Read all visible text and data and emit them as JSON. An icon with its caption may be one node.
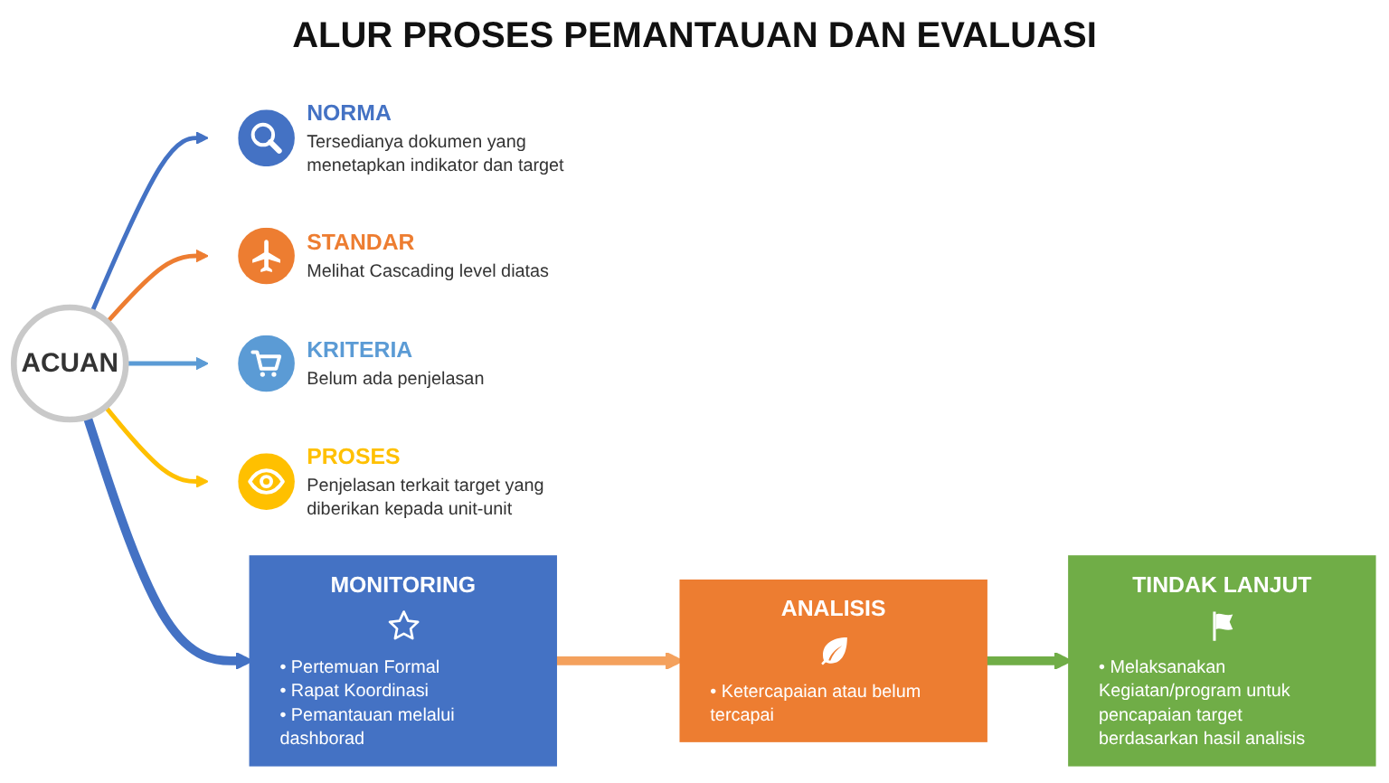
{
  "diagram": {
    "title": "ALUR PROSES PEMANTAUAN DAN EVALUASI",
    "nodes": [
      {
        "text": [
          "ACUAN"
        ]
      },
      {
        "text": [
          "NORMA",
          "Tersedianya dokumen yang menetapkan indikator dan target"
        ]
      },
      {
        "text": [
          "STANDAR",
          "Melihat Cascading level diatas"
        ]
      },
      {
        "text": [
          "KRITERIA",
          "Belum ada penjelasan"
        ]
      },
      {
        "text": [
          "PROSES",
          "Penjelasan terkait target yang diberikan kepada unit-unit"
        ]
      },
      {
        "text": [
          "MONITORING",
          "• Pertemuan Formal",
          "• Rapat Koordinasi",
          "• Pemantauan melalui dashborad"
        ]
      },
      {
        "text": [
          "ANALISIS",
          "• Ketercapaian atau belum tercapai"
        ]
      },
      {
        "text": [
          "TINDAK LANJUT",
          "• Melaksanakan Kegiatan/program untuk pencapaian target berdasarkan hasil analisis"
        ]
      }
    ],
    "edges": [
      {
        "from": 0,
        "to": 1,
        "arrow": "to",
        "color": "#4472c4"
      },
      {
        "from": 0,
        "to": 2,
        "arrow": "to",
        "color": "#ed7d31"
      },
      {
        "from": 0,
        "to": 5,
        "arrow": "to",
        "style": "thick",
        "color": "#4472c4"
      },
      {
        "from": 5,
        "to": 6,
        "arrow": "to",
        "style": "thick",
        "color": "#f4a15d"
      },
      {
        "from": 6,
        "to": 7,
        "arrow": "to",
        "style": "thick",
        "color": "#70ad47"
      },
      {
        "from": 0,
        "to": 3,
        "arrow": "to",
        "color": "#5b9bd5"
      },
      {
        "from": 0,
        "to": 4,
        "arrow": "to",
        "color": "#ffc000"
      }
    ]
  }
}
